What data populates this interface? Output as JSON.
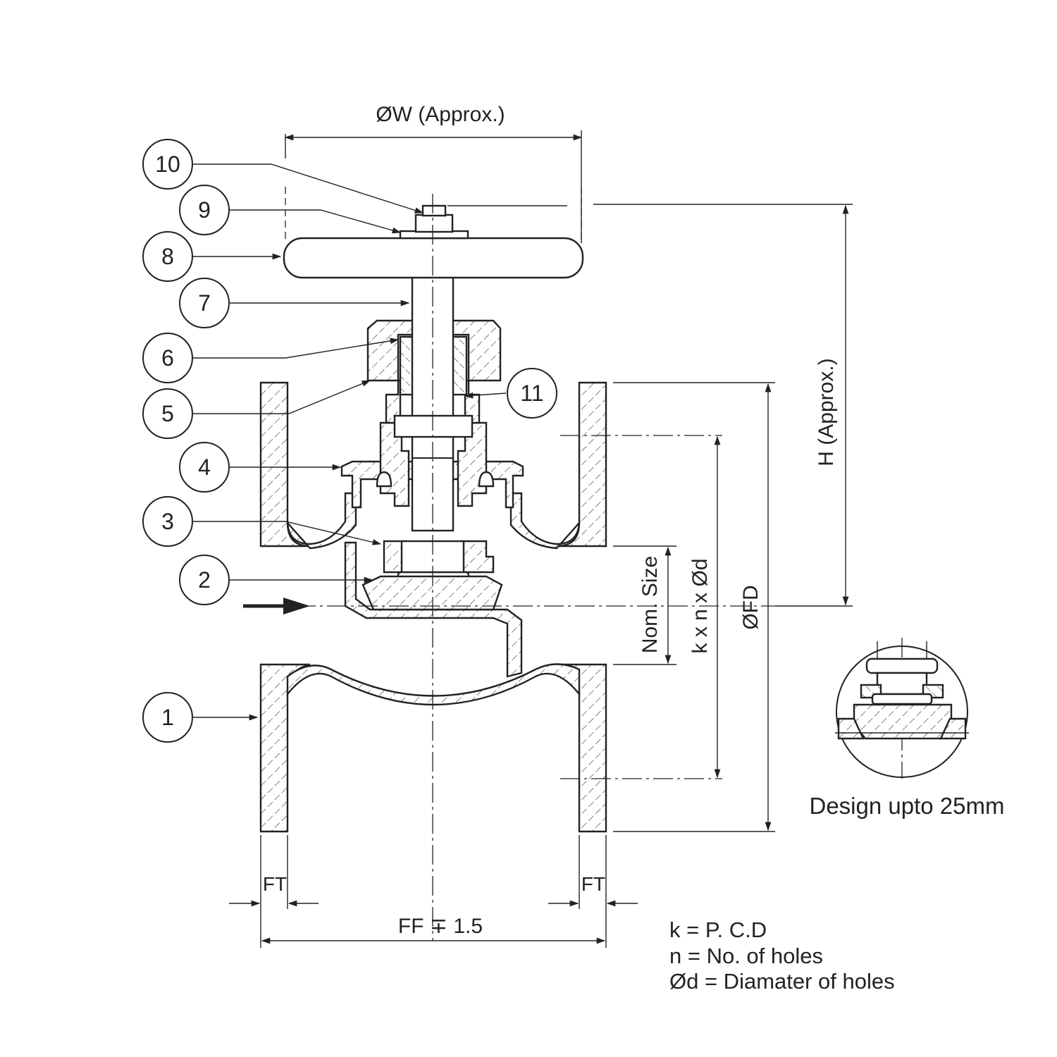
{
  "dimensions": {
    "overall_width": "ØW (Approx.)",
    "height": "H (Approx.)",
    "flange_diameter": "ØFD",
    "bolt_pattern": "k x n x Ød",
    "nominal_size": "Nom. Size",
    "flange_thickness_left": "FT",
    "flange_thickness_right": "FT",
    "face_to_face": "FF ∓ 1.5"
  },
  "balloons": [
    "1",
    "2",
    "3",
    "4",
    "5",
    "6",
    "7",
    "8",
    "9",
    "10",
    "11"
  ],
  "detail_caption": "Design upto 25mm",
  "legend": [
    "k = P. C.D",
    "n = No. of holes",
    "Ød = Diamater of holes"
  ]
}
